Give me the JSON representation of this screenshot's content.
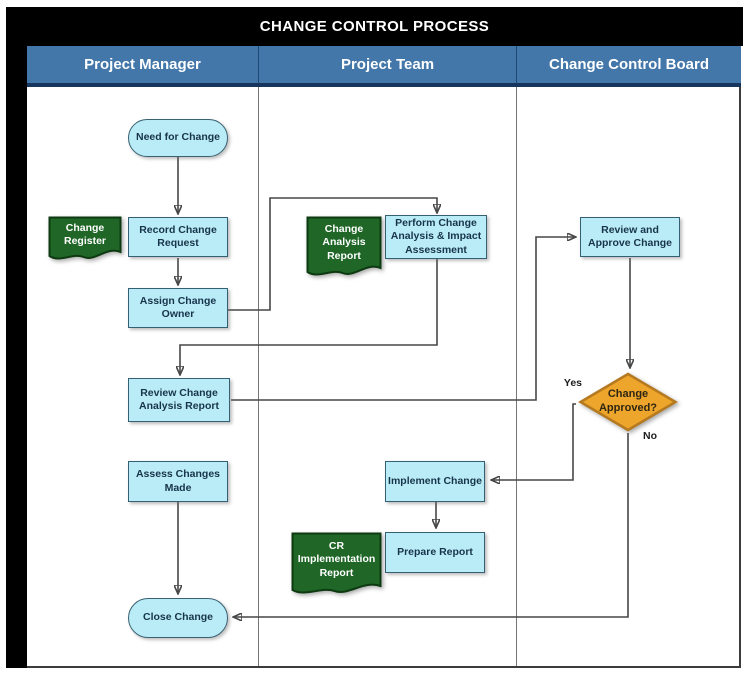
{
  "title": "CHANGE CONTROL PROCESS",
  "lanes": [
    {
      "label": "Project Manager"
    },
    {
      "label": "Project Team"
    },
    {
      "label": "Change Control Board"
    }
  ],
  "nodes": {
    "need_for_change": {
      "label": "Need for Change",
      "type": "start-terminator"
    },
    "record_change_request": {
      "label": "Record Change Request",
      "type": "process"
    },
    "change_register": {
      "label": "Change Register",
      "type": "document"
    },
    "assign_change_owner": {
      "label": "Assign Change Owner",
      "type": "process"
    },
    "review_change_analysis_report": {
      "label": "Review Change Analysis Report",
      "type": "process"
    },
    "assess_changes_made": {
      "label": "Assess Changes Made",
      "type": "process"
    },
    "close_change": {
      "label": "Close Change",
      "type": "end-terminator"
    },
    "change_analysis_report": {
      "label": "Change Analysis Report",
      "type": "document"
    },
    "perform_change_analysis": {
      "label": "Perform Change Analysis & Impact Assessment",
      "type": "process"
    },
    "implement_change": {
      "label": "Implement Change",
      "type": "process"
    },
    "prepare_report": {
      "label": "Prepare Report",
      "type": "process"
    },
    "cr_implementation_report": {
      "label": "CR Implementation Report",
      "type": "document"
    },
    "review_and_approve_change": {
      "label": "Review and Approve Change",
      "type": "process"
    },
    "change_approved": {
      "label": "Change Approved?",
      "type": "decision"
    }
  },
  "branch_labels": {
    "yes": "Yes",
    "no": "No"
  },
  "colors": {
    "titlebar_bg": "#000000",
    "header_bg": "#4377a9",
    "header_border": "#17365d",
    "process_fill": "#b9ecf7",
    "process_border": "#356073",
    "document_fill": "#1f6627",
    "document_border": "#0e3a12",
    "decision_fill": "#eea52b",
    "decision_border": "#b5791f",
    "connector": "#474747",
    "node_text": "#18344a",
    "document_text": "#ffffff"
  }
}
